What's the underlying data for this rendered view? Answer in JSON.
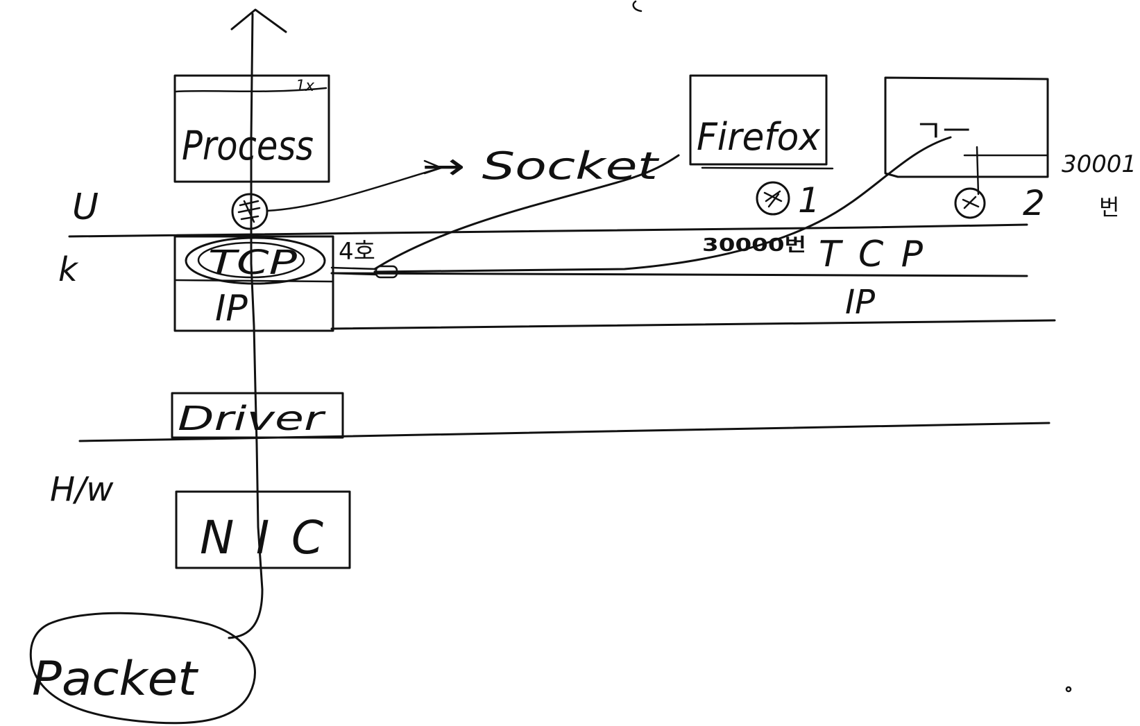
{
  "diagram": {
    "ink_color": "#111111",
    "background": "#ffffff",
    "layer_labels": {
      "user": "U",
      "kernel": "k",
      "hardware": "H/w"
    },
    "left_stack": {
      "process": "Process",
      "process_mark": "1x",
      "tcp": "TCP",
      "ip": "IP",
      "driver": "Driver",
      "nic": "NIC",
      "packet": "Packet"
    },
    "socket_label": "→ Socket",
    "apps": {
      "firefox": {
        "name": "Firefox",
        "socket_number": "1"
      },
      "second": {
        "name": "ㄱㅡ",
        "port": "30001",
        "port_suffix": "번",
        "socket_number": "2"
      }
    },
    "tcp_port_label": "4호",
    "port_label": "30000번",
    "right_tcp": "TCP",
    "right_ip": "IP"
  }
}
